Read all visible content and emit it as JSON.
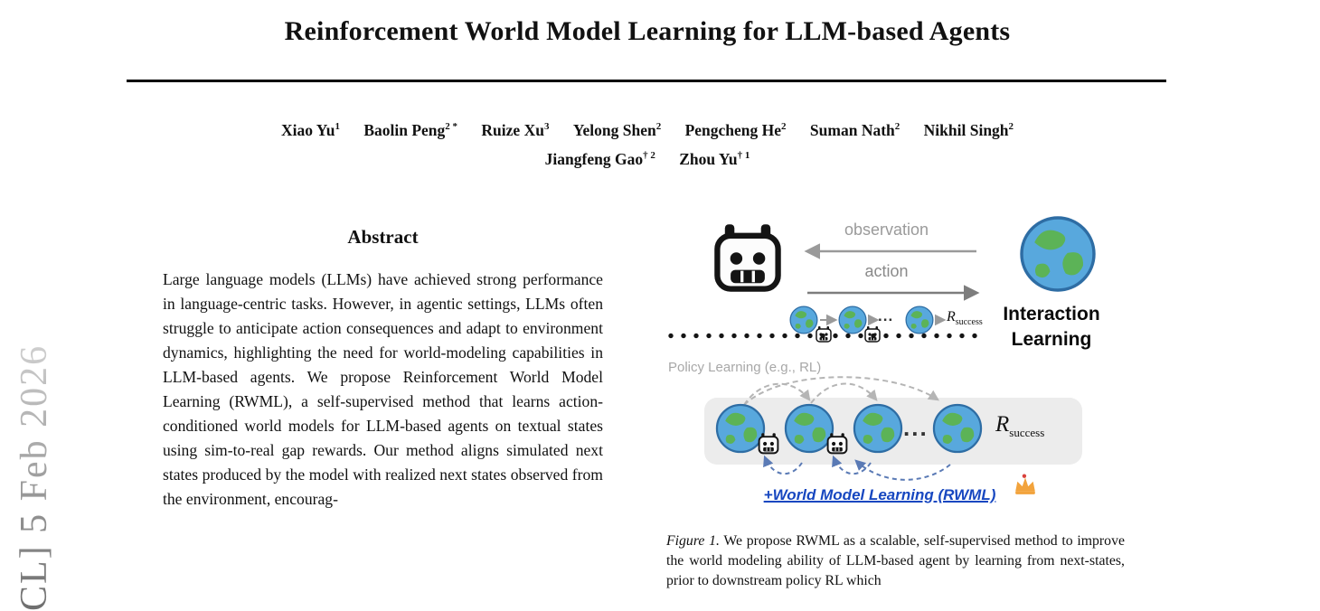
{
  "watermark": {
    "text": "CL]  5 Feb 2026"
  },
  "title": "Reinforcement World Model Learning for LLM-based Agents",
  "authors": {
    "line1": [
      {
        "name": "Xiao Yu",
        "sup": "1"
      },
      {
        "name": "Baolin Peng",
        "sup": "2 *"
      },
      {
        "name": "Ruize Xu",
        "sup": "3"
      },
      {
        "name": "Yelong Shen",
        "sup": "2"
      },
      {
        "name": "Pengcheng He",
        "sup": "2"
      },
      {
        "name": "Suman Nath",
        "sup": "2"
      },
      {
        "name": "Nikhil Singh",
        "sup": "2"
      }
    ],
    "line2": [
      {
        "name": "Jiangfeng Gao",
        "sup": "† 2"
      },
      {
        "name": "Zhou Yu",
        "sup": "† 1"
      }
    ]
  },
  "abstract": {
    "heading": "Abstract",
    "text": "Large language models (LLMs) have achieved strong performance in language-centric tasks. However, in agentic settings, LLMs often struggle to anticipate action consequences and adapt to environment dynamics, highlighting the need for world-modeling capabilities in LLM-based agents. We propose Reinforcement World Model Learning (RWML), a self-supervised method that learns action-conditioned world models for LLM-based agents on textual states using sim-to-real gap rewards. Our method aligns simulated next states produced by the model with realized next states observed from the environment, encourag-"
  },
  "figure": {
    "labels": {
      "observation": "observation",
      "action": "action",
      "interaction_line1": "Interaction",
      "interaction_line2": "Learning",
      "policy_learning": "Policy Learning (e.g., RL)",
      "reward_base": "R",
      "reward_sub": "success",
      "ellipsis_top": "...",
      "ellipsis_bottom": "...",
      "wml": "+World Model Learning (RWML)"
    },
    "caption_lead": "Figure 1.",
    "caption_text": "We propose RWML as a scalable, self-supervised method to improve the world modeling ability of LLM-based agent by learning from next-states, prior to downstream policy RL which"
  },
  "colors": {
    "accent_blue": "#1747c0",
    "globe_blue": "#58a8dd",
    "globe_green": "#5cb357",
    "crown_orange": "#f2a33c",
    "panel_gray": "#ececec",
    "watermark_gray": "#8f8f8f"
  }
}
